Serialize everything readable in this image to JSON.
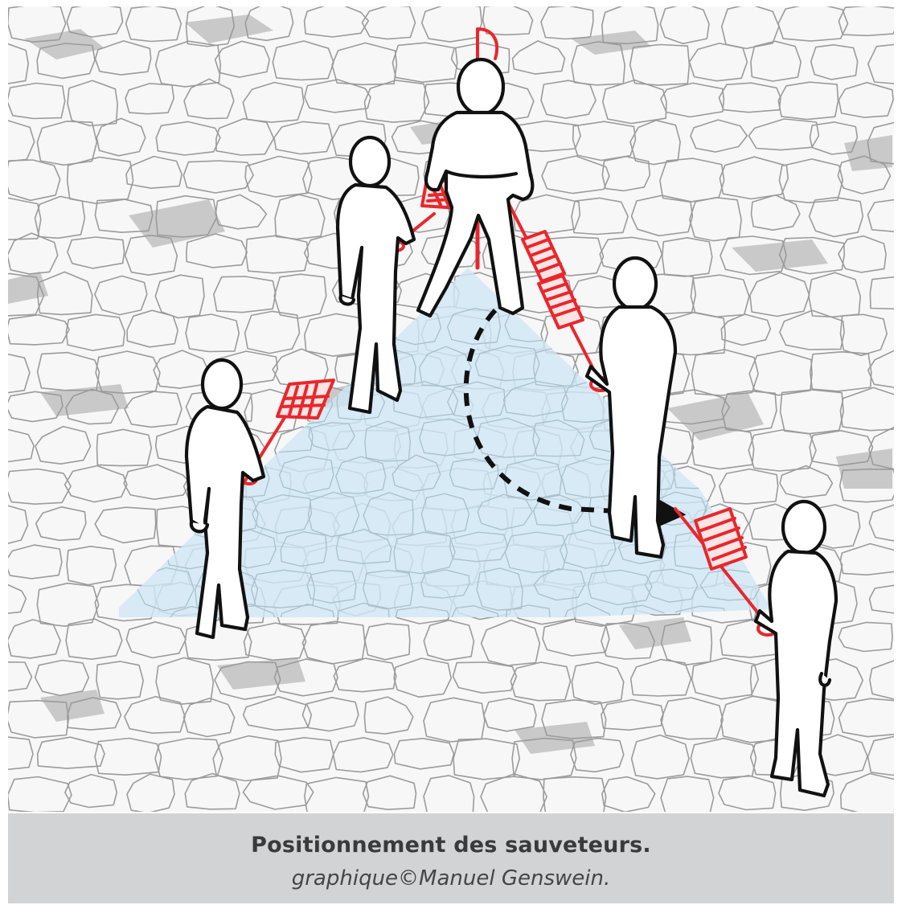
{
  "caption": {
    "title": "Positionnement des sauveteurs.",
    "credit": "graphique©Manuel Genswein."
  },
  "colors": {
    "snow_background": "#f7f7f7",
    "snow_block_stroke": "#9a9a9a",
    "rock_gray": "#c7c7c7",
    "search_zone_blue": "#d3e9f6",
    "probe_red": "#e8272d",
    "figure_stroke": "#111111",
    "caption_band": "#d2d3d5"
  },
  "icons": {
    "person": "standing-rescuer-figure",
    "probe": "avalanche-probe",
    "shovel": "avalanche-shovel",
    "path": "dashed-arc-arrow"
  }
}
